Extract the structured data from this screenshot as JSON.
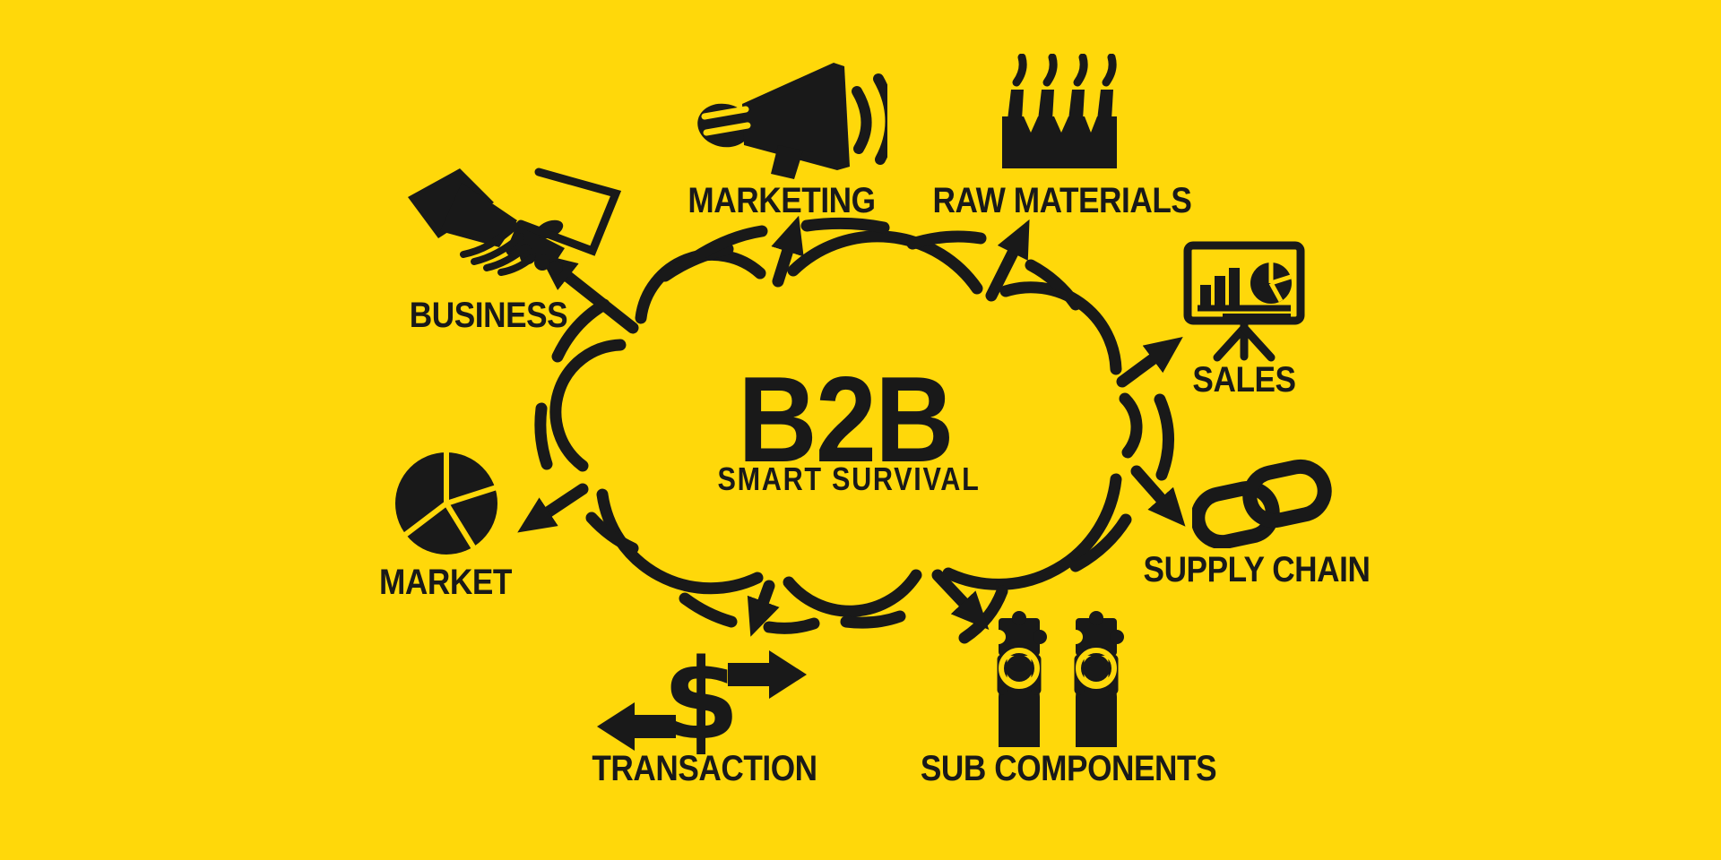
{
  "colors": {
    "background": "#FFD80A",
    "ink": "#191919"
  },
  "title": {
    "main": "B2B",
    "subtitle": "SMART SURVIVAL"
  },
  "nodes": [
    {
      "id": "business",
      "label": "BUSINESS",
      "icon": "handshake-icon"
    },
    {
      "id": "marketing",
      "label": "MARKETING",
      "icon": "megaphone-icon"
    },
    {
      "id": "raw-materials",
      "label": "RAW MATERIALS",
      "icon": "factory-icon"
    },
    {
      "id": "sales",
      "label": "SALES",
      "icon": "presentation-chart-icon"
    },
    {
      "id": "supply-chain",
      "label": "SUPPLY CHAIN",
      "icon": "chain-link-icon"
    },
    {
      "id": "sub-components",
      "label": "SUB COMPONENTS",
      "icon": "people-puzzle-icon"
    },
    {
      "id": "transaction",
      "label": "TRANSACTION",
      "icon": "dollar-transfer-icon",
      "symbol": "$"
    },
    {
      "id": "market",
      "label": "MARKET",
      "icon": "pie-chart-icon"
    }
  ]
}
